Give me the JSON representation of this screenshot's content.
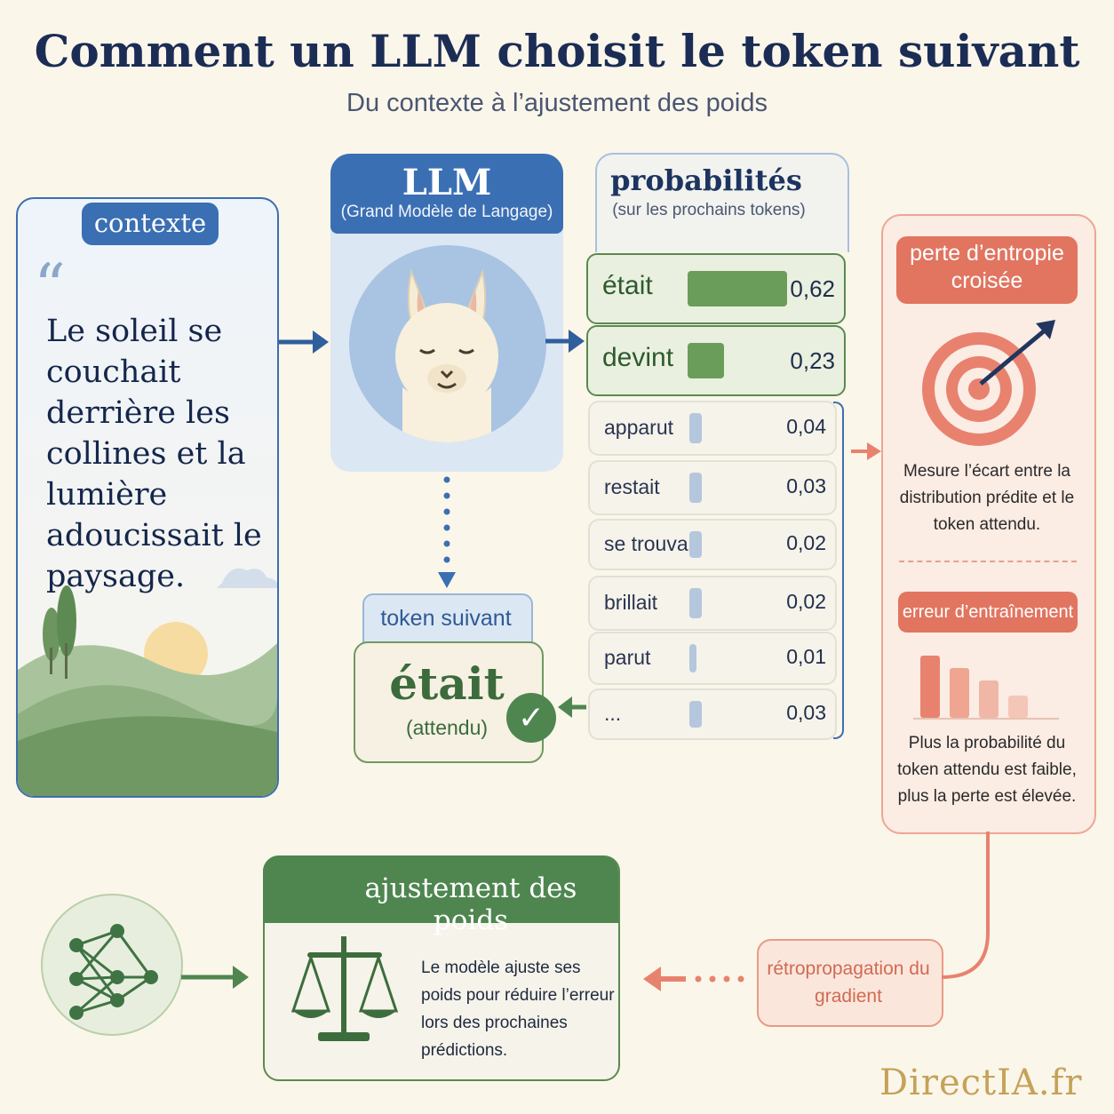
{
  "title": "Comment un LLM choisit le token suivant",
  "subtitle": "Du contexte à l’ajustement des poids",
  "context": {
    "tag": "contexte",
    "quote_mark": "“",
    "text": "Le soleil se couchait derrière les collines et la lumière adoucissait le paysage."
  },
  "llm": {
    "title": "LLM",
    "subtitle": "(Grand Modèle de Langage)"
  },
  "next_token": {
    "label": "token suivant",
    "word": "était",
    "note": "(attendu)",
    "check": "✓"
  },
  "probabilities": {
    "title": "probabilités",
    "subtitle": "(sur les prochains tokens)",
    "rows": [
      {
        "token": "était",
        "value": 0.62,
        "display": "0,62",
        "highlight": true
      },
      {
        "token": "devint",
        "value": 0.23,
        "display": "0,23",
        "highlight": true
      },
      {
        "token": "apparut",
        "value": 0.04,
        "display": "0,04",
        "highlight": false
      },
      {
        "token": "restait",
        "value": 0.03,
        "display": "0,03",
        "highlight": false
      },
      {
        "token": "se trouvait",
        "value": 0.02,
        "display": "0,02",
        "highlight": false
      },
      {
        "token": "brillait",
        "value": 0.02,
        "display": "0,02",
        "highlight": false
      },
      {
        "token": "parut",
        "value": 0.01,
        "display": "0,01",
        "highlight": false
      },
      {
        "token": "...",
        "value": 0.03,
        "display": "0,03",
        "highlight": false
      }
    ]
  },
  "loss": {
    "tag": "perte d’entropie croisée",
    "description": "Mesure l’écart entre la distribution prédite et le token attendu.",
    "error_tag": "erreur d’entraînement",
    "error_description": "Plus la probabilité du token attendu est faible, plus la perte est élevée."
  },
  "weights": {
    "title": "ajustement des poids",
    "description": "Le modèle ajuste ses poids pour réduire l’erreur lors des prochaines prédictions."
  },
  "backprop": {
    "label": "rétropropagation du gradient"
  },
  "brand": "DirectIA.fr",
  "colors": {
    "blue": "#3b6fb3",
    "green": "#4f8650",
    "coral": "#e17560",
    "background": "#fbf6ea"
  }
}
